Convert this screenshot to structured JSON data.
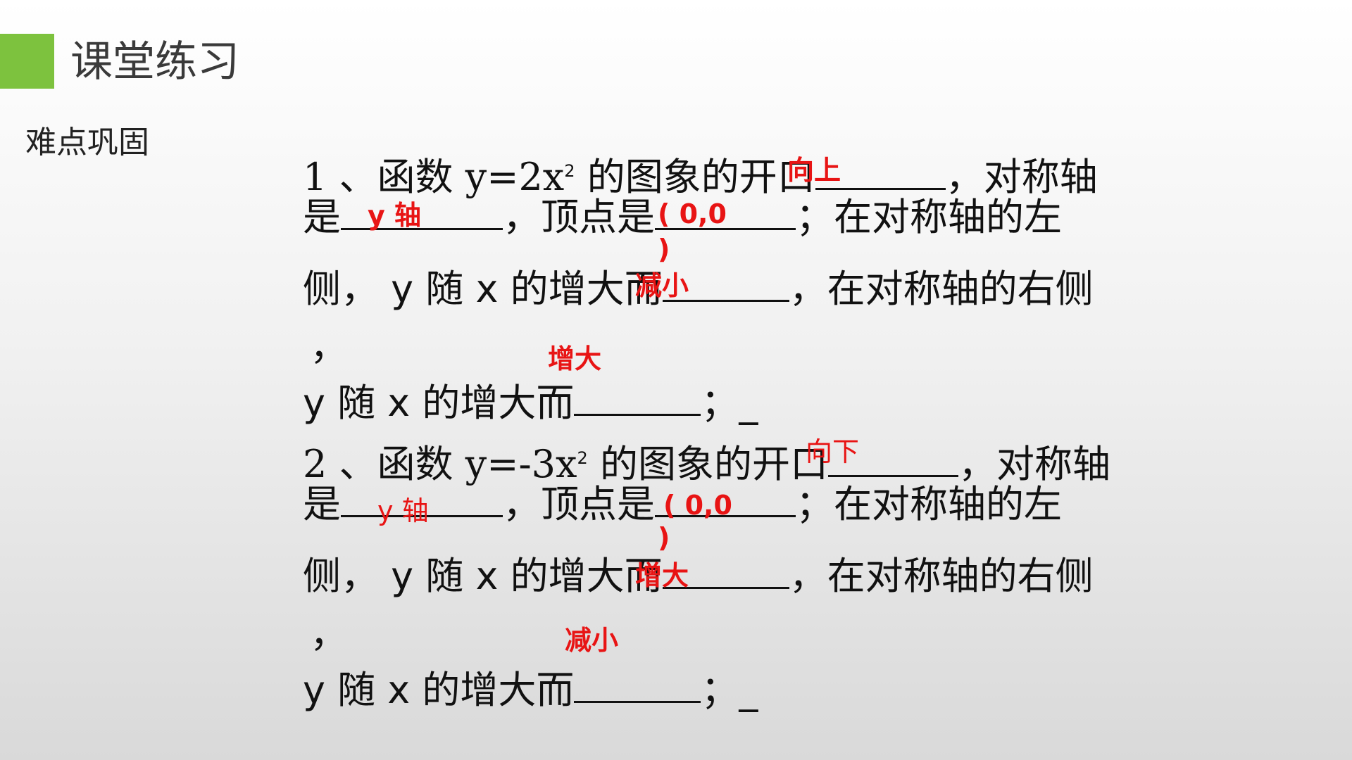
{
  "header": {
    "title": "课堂练习",
    "section": "难点巩固"
  },
  "q1": {
    "l1a": "1 、函数 y=2x",
    "sup": "2",
    "l1b": " 的图象的开口",
    "l1c": "，对称轴",
    "l2a": "是",
    "l2b": "，顶点是",
    "l2c": "；在对称轴的左",
    "l3a": "侧， y 随 x 的增大而",
    "l3b": "，在对称轴的右侧",
    "comma": "，",
    "l4a": "y 随 x 的增大而",
    "l4b": "；_"
  },
  "q2": {
    "l1a": "2 、函数 y=-3x",
    "sup": "2",
    "l1b": " 的图象的开口",
    "l1c": "，对称轴",
    "l2a": "是",
    "l2b": "，顶点是",
    "l2c": "；在对称轴的左",
    "l3a": "侧， y 随 x 的增大而",
    "l3b": "，在对称轴的右侧",
    "comma": "，",
    "l4a": "y 随 x 的增大而",
    "l4b": "；_"
  },
  "answers": {
    "a1": "向上",
    "a2": "y 轴",
    "a3": "( 0,0",
    "a3b": ")",
    "a4": "减小",
    "a5": "增大",
    "b1": "向下",
    "b2": "y 轴",
    "b3": "( 0,0",
    "b3b": ")",
    "b4": "增大",
    "b5": "减小"
  },
  "colors": {
    "accent": "#7dc23e",
    "answer": "#e81414"
  }
}
